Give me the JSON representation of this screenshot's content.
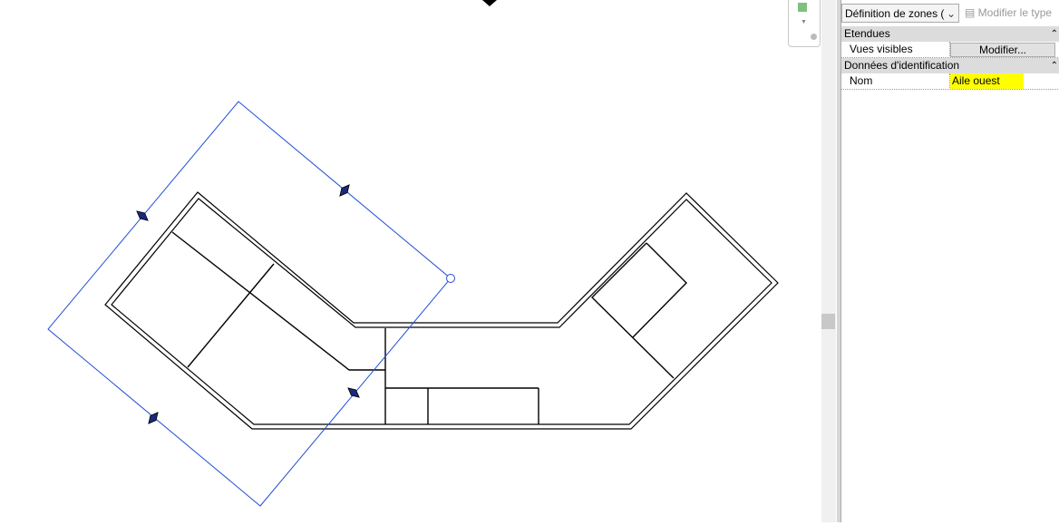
{
  "properties": {
    "type_selector": "Définition de zones (",
    "edit_type_label": "Modifier le type",
    "groups": [
      {
        "title": "Etendues",
        "rows": [
          {
            "label": "Vues visibles",
            "value": "Modifier..."
          }
        ]
      },
      {
        "title": "Données d'identification",
        "rows": [
          {
            "label": "Nom",
            "value": "Aile ouest"
          }
        ]
      }
    ]
  },
  "colors": {
    "selection": "#1f4fd8",
    "highlight": "#ffff00"
  },
  "icons": {
    "type_selector": "chevron-down-icon",
    "edit_type": "edit-type-icon",
    "nav": "zoom-icon"
  }
}
